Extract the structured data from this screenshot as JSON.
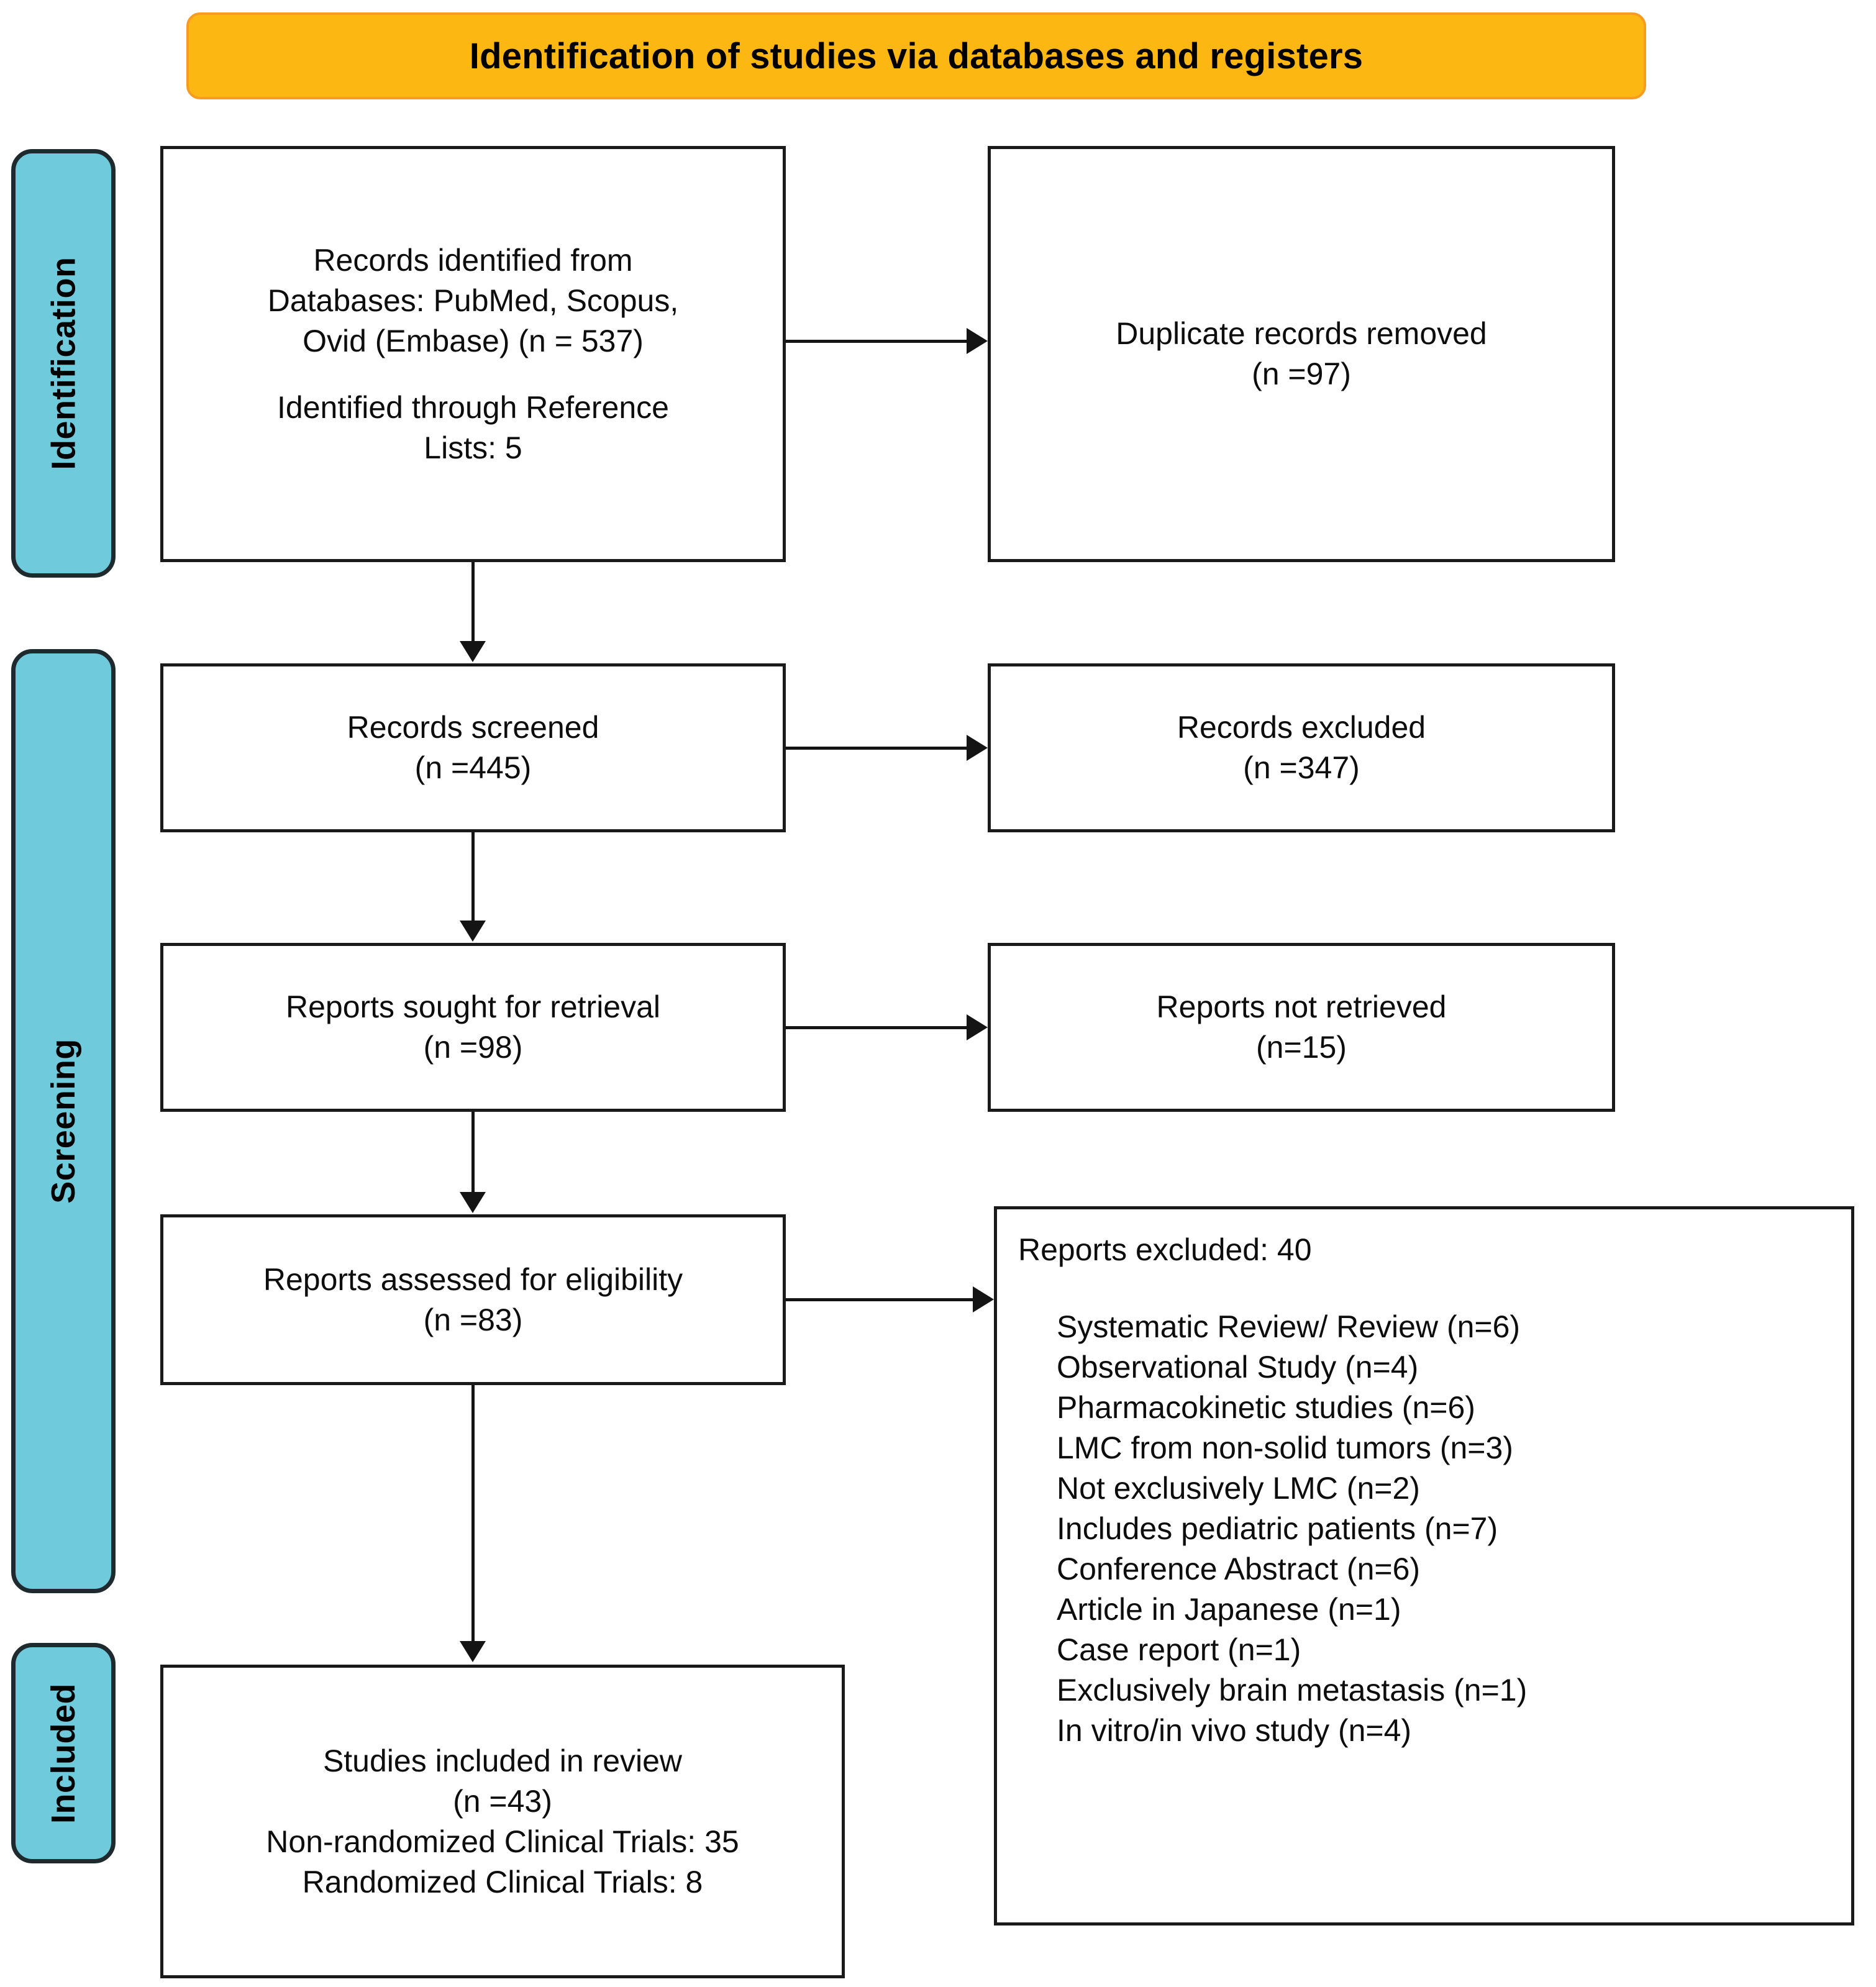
{
  "header": {
    "title": "Identification of studies via databases and registers",
    "banner_color": "#FDB713",
    "banner_border_color": "#F79B21"
  },
  "stages": {
    "accent_color": "#6FCBDC",
    "items": [
      {
        "id": "identification",
        "label": "Identification"
      },
      {
        "id": "screening",
        "label": "Screening"
      },
      {
        "id": "included",
        "label": "Included"
      }
    ]
  },
  "boxes": {
    "identified": {
      "line1": "Records identified from",
      "line2": "Databases: PubMed, Scopus,",
      "line3": "Ovid (Embase) (n = 537)",
      "line4": "Identified through Reference",
      "line5": "Lists: 5"
    },
    "duplicates": {
      "line1": "Duplicate records removed",
      "line2": "(n =97)"
    },
    "screened": {
      "line1": "Records screened",
      "line2": "(n =445)"
    },
    "records_excluded": {
      "line1": "Records excluded",
      "line2": "(n =347)"
    },
    "sought": {
      "line1": "Reports sought for retrieval",
      "line2": "(n =98)"
    },
    "not_retrieved": {
      "line1": "Reports not retrieved",
      "line2": "(n=15)"
    },
    "assessed": {
      "line1": "Reports assessed for eligibility",
      "line2": "(n =83)"
    },
    "exclusion_reasons": {
      "heading": "Reports excluded: 40",
      "items": [
        "Systematic Review/ Review (n=6)",
        "Observational Study (n=4)",
        "Pharmacokinetic studies (n=6)",
        "LMC from non-solid tumors (n=3)",
        "Not exclusively LMC (n=2)",
        "Includes pediatric patients (n=7)",
        "Conference Abstract (n=6)",
        "Article in Japanese (n=1)",
        "Case report (n=1)",
        "Exclusively brain metastasis (n=1)",
        "In vitro/in vivo study (n=4)"
      ]
    },
    "included_final": {
      "line1": "Studies included in review",
      "line2": "(n =43)",
      "line3": "Non-randomized Clinical Trials: 35",
      "line4": "Randomized Clinical Trials: 8"
    }
  },
  "chart_data": {
    "type": "diagram",
    "title": "Identification of studies via databases and registers",
    "diagram_kind": "PRISMA 2020 flow diagram",
    "stages": [
      "Identification",
      "Screening",
      "Included"
    ],
    "nodes": [
      {
        "id": "identified",
        "stage": "Identification",
        "label": "Records identified from Databases: PubMed, Scopus, Ovid (Embase)",
        "n": 537,
        "extra": {
          "Identified through Reference Lists": 5
        }
      },
      {
        "id": "duplicates",
        "stage": "Identification",
        "label": "Duplicate records removed",
        "n": 97
      },
      {
        "id": "screened",
        "stage": "Screening",
        "label": "Records screened",
        "n": 445
      },
      {
        "id": "records_excluded",
        "stage": "Screening",
        "label": "Records excluded",
        "n": 347
      },
      {
        "id": "sought",
        "stage": "Screening",
        "label": "Reports sought for retrieval",
        "n": 98
      },
      {
        "id": "not_retrieved",
        "stage": "Screening",
        "label": "Reports not retrieved",
        "n": 15
      },
      {
        "id": "assessed",
        "stage": "Screening",
        "label": "Reports assessed for eligibility",
        "n": 83
      },
      {
        "id": "reports_excluded",
        "stage": "Screening",
        "label": "Reports excluded",
        "n": 40
      },
      {
        "id": "included_final",
        "stage": "Included",
        "label": "Studies included in review",
        "n": 43,
        "extra": {
          "Non-randomized Clinical Trials": 35,
          "Randomized Clinical Trials": 8
        }
      }
    ],
    "exclusion_breakdown": [
      {
        "reason": "Systematic Review/ Review",
        "n": 6
      },
      {
        "reason": "Observational Study",
        "n": 4
      },
      {
        "reason": "Pharmacokinetic studies",
        "n": 6
      },
      {
        "reason": "LMC from non-solid tumors",
        "n": 3
      },
      {
        "reason": "Not exclusively LMC",
        "n": 2
      },
      {
        "reason": "Includes pediatric patients",
        "n": 7
      },
      {
        "reason": "Conference Abstract",
        "n": 6
      },
      {
        "reason": "Article in Japanese",
        "n": 1
      },
      {
        "reason": "Case report",
        "n": 1
      },
      {
        "reason": "Exclusively brain metastasis",
        "n": 1
      },
      {
        "reason": "In vitro/in vivo study",
        "n": 4
      }
    ],
    "edges": [
      {
        "from": "identified",
        "to": "duplicates",
        "direction": "right"
      },
      {
        "from": "identified",
        "to": "screened",
        "direction": "down"
      },
      {
        "from": "screened",
        "to": "records_excluded",
        "direction": "right"
      },
      {
        "from": "screened",
        "to": "sought",
        "direction": "down"
      },
      {
        "from": "sought",
        "to": "not_retrieved",
        "direction": "right"
      },
      {
        "from": "sought",
        "to": "assessed",
        "direction": "down"
      },
      {
        "from": "assessed",
        "to": "reports_excluded",
        "direction": "right"
      },
      {
        "from": "assessed",
        "to": "included_final",
        "direction": "down"
      }
    ]
  }
}
